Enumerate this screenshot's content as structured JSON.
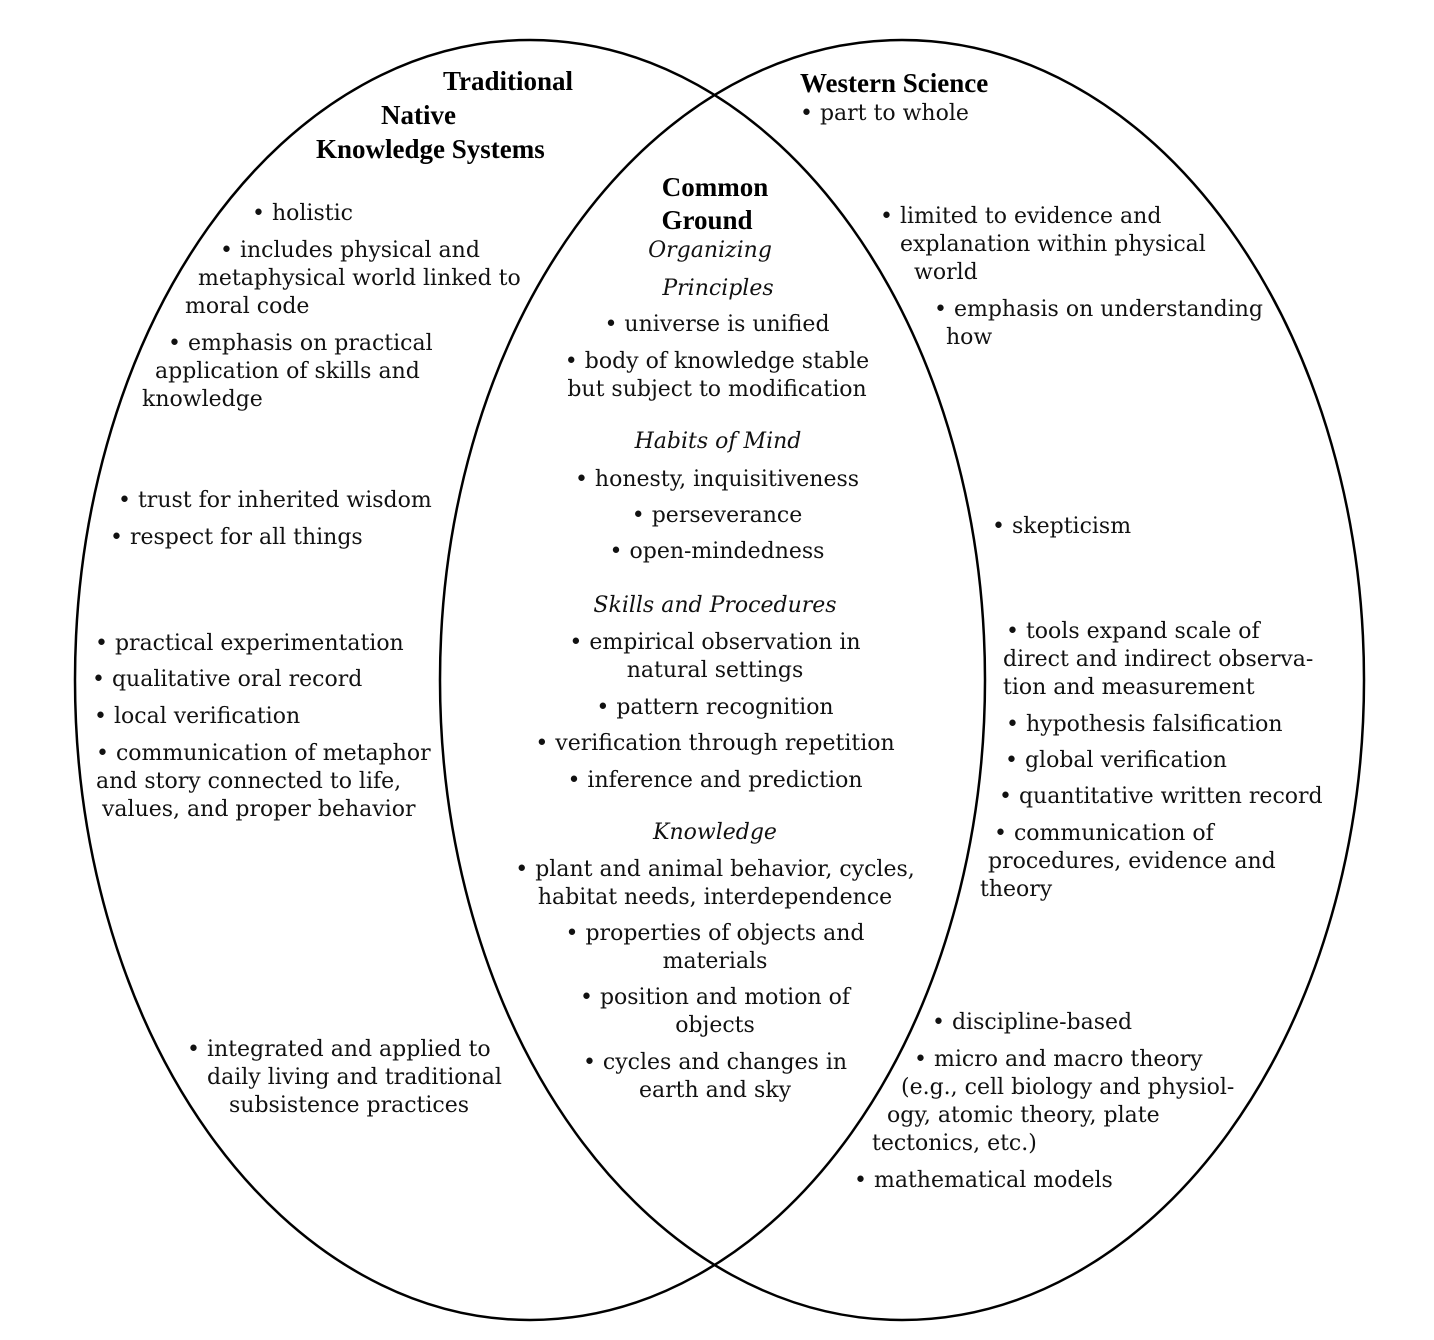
{
  "traditional": {
    "title": [
      "Traditional",
      "Native",
      "Knowledge Systems"
    ],
    "items": [
      [
        "• holistic"
      ],
      [
        "• includes physical and",
        "metaphysical world linked to",
        "moral code"
      ],
      [
        "• emphasis on practical",
        "application of skills and",
        "knowledge"
      ],
      [
        "• trust for inherited wisdom"
      ],
      [
        "• respect for all things"
      ],
      [
        "• practical experimentation"
      ],
      [
        "• qualitative oral record"
      ],
      [
        "• local verification"
      ],
      [
        "• communication of metaphor",
        "and story connected to life,",
        "values, and proper behavior"
      ],
      [
        "• integrated and applied to",
        "daily living and traditional",
        "subsistence practices"
      ]
    ]
  },
  "western": {
    "title": "Western Science",
    "items": [
      [
        "• part to whole"
      ],
      [
        "• limited to evidence and",
        "explanation within physical",
        "world"
      ],
      [
        "• emphasis on understanding",
        "how"
      ],
      [
        "• skepticism"
      ],
      [
        "• tools expand scale of",
        "direct and indirect observa-",
        "tion and measurement"
      ],
      [
        "• hypothesis falsification"
      ],
      [
        "• global verification"
      ],
      [
        "• quantitative written record"
      ],
      [
        "• communication of",
        "procedures, evidence and",
        "theory"
      ],
      [
        "• discipline-based"
      ],
      [
        "• micro and macro theory",
        "(e.g., cell biology and physiol-",
        "ogy, atomic theory, plate",
        "tectonics, etc.)"
      ],
      [
        "• mathematical models"
      ]
    ]
  },
  "common": {
    "title": [
      "Common",
      "Ground"
    ],
    "sections": [
      {
        "heading": [
          "Organizing",
          "Principles"
        ],
        "items": [
          [
            "• universe is unified"
          ],
          [
            "• body of knowledge stable",
            "but subject to modification"
          ]
        ]
      },
      {
        "heading": [
          "Habits of Mind"
        ],
        "items": [
          [
            "• honesty, inquisitiveness"
          ],
          [
            "• perseverance"
          ],
          [
            "• open-mindedness"
          ]
        ]
      },
      {
        "heading": [
          "Skills and Procedures"
        ],
        "items": [
          [
            "• empirical observation in",
            "natural settings"
          ],
          [
            "• pattern recognition"
          ],
          [
            "• verification through repetition"
          ],
          [
            "• inference and prediction"
          ]
        ]
      },
      {
        "heading": [
          "Knowledge"
        ],
        "items": [
          [
            "• plant and animal behavior, cycles,",
            "habitat needs, interdependence"
          ],
          [
            "• properties of objects and",
            "materials"
          ],
          [
            "• position and motion of",
            "objects"
          ],
          [
            "• cycles and changes in",
            "earth and sky"
          ]
        ]
      }
    ]
  }
}
